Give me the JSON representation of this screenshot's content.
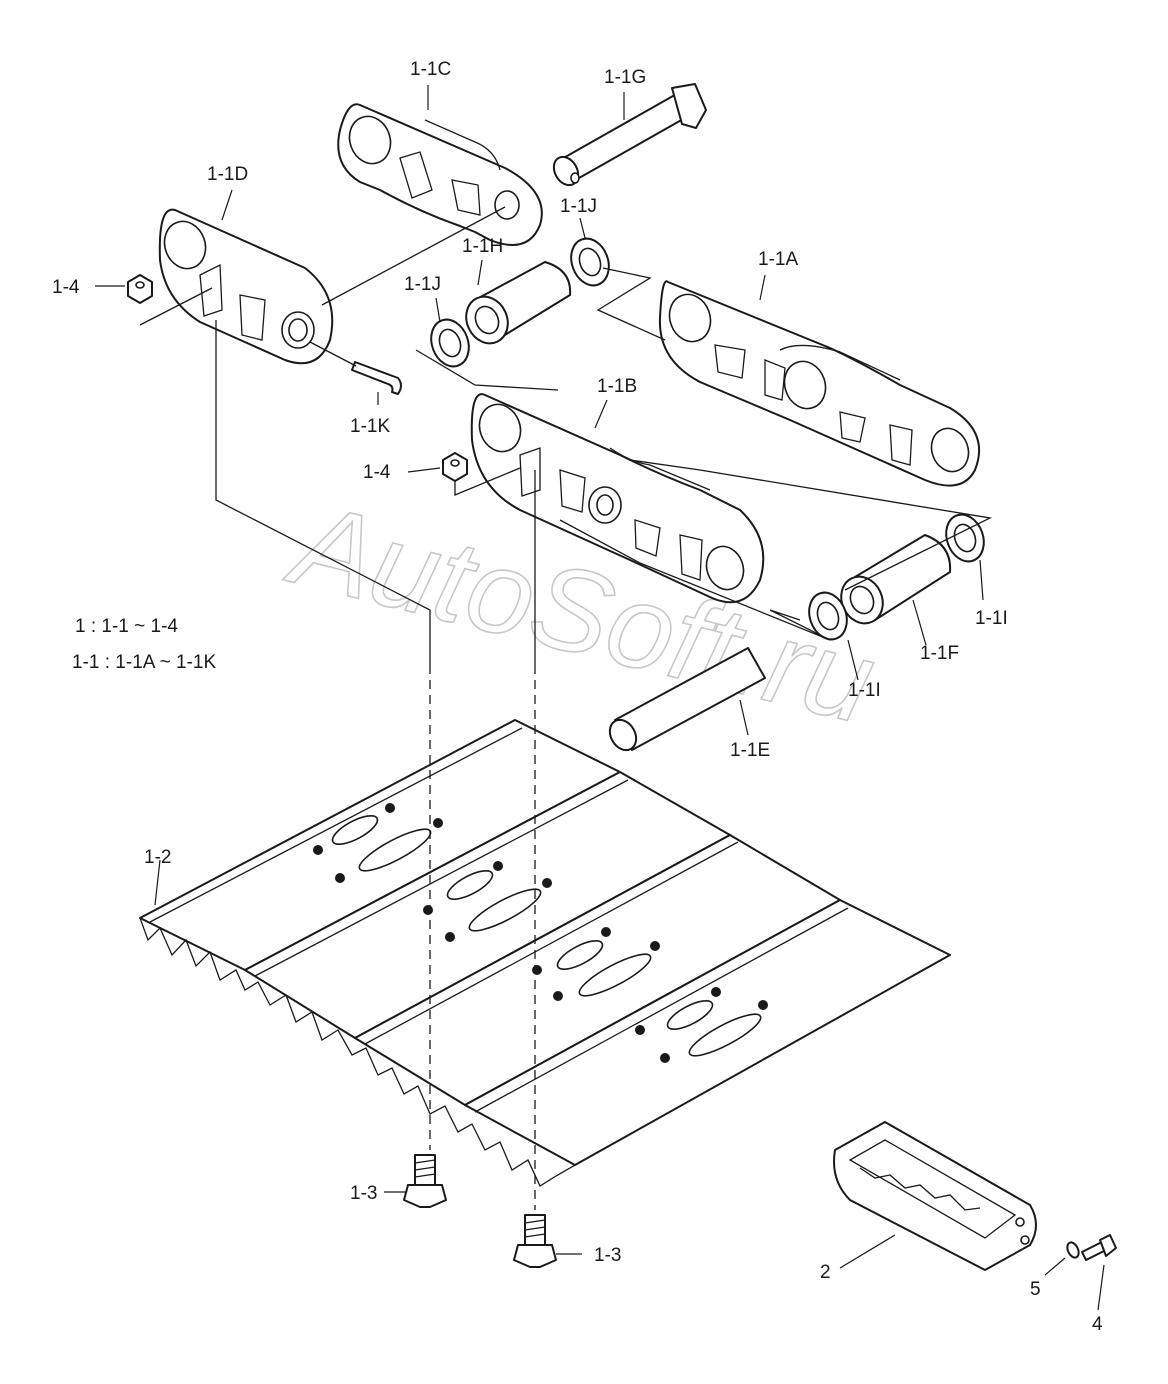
{
  "watermark": "AutoSoft.ru",
  "legend": {
    "line1": "1 : 1-1 ~ 1-4",
    "line2": "1-1 : 1-1A ~ 1-1K"
  },
  "callouts": {
    "c_1_1C": "1-1C",
    "c_1_1G": "1-1G",
    "c_1_1D": "1-1D",
    "c_1_1J_a": "1-1J",
    "c_1_1H": "1-1H",
    "c_1_1A": "1-1A",
    "c_1_4_a": "1-4",
    "c_1_1J_b": "1-1J",
    "c_1_1K": "1-1K",
    "c_1_1B": "1-1B",
    "c_1_4_b": "1-4",
    "c_1_1I_a": "1-1I",
    "c_1_1F": "1-1F",
    "c_1_1I_b": "1-1I",
    "c_1_1E": "1-1E",
    "c_1_2": "1-2",
    "c_1_3_a": "1-3",
    "c_1_3_b": "1-3",
    "c_2": "2",
    "c_5": "5",
    "c_4": "4"
  }
}
